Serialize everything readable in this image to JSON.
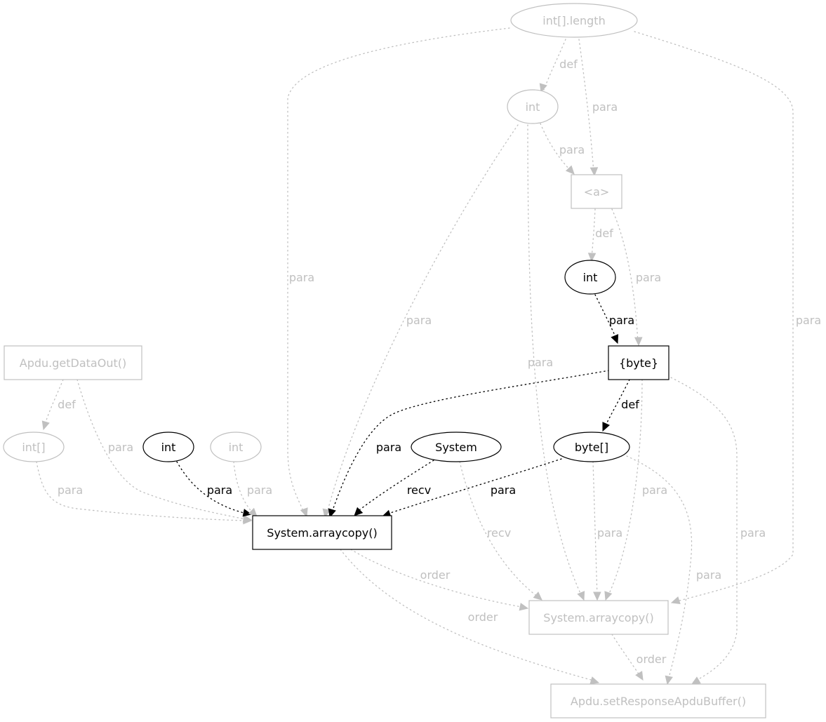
{
  "colors": {
    "active": "#000000",
    "faded": "#c0c0c0"
  },
  "nodes": [
    {
      "id": "n_intlen",
      "label": "int[].length",
      "shape": "ellipse",
      "faded": true
    },
    {
      "id": "n_int_top",
      "label": "int",
      "shape": "ellipse",
      "faded": true
    },
    {
      "id": "n_a",
      "label": "<a>",
      "shape": "box",
      "faded": true
    },
    {
      "id": "n_int_mid",
      "label": "int",
      "shape": "ellipse",
      "faded": false
    },
    {
      "id": "n_byte",
      "label": "{byte}",
      "shape": "box",
      "faded": false
    },
    {
      "id": "n_getdata",
      "label": "Apdu.getDataOut()",
      "shape": "box",
      "faded": true
    },
    {
      "id": "n_intarr",
      "label": "int[]",
      "shape": "ellipse",
      "faded": true
    },
    {
      "id": "n_int_b1",
      "label": "int",
      "shape": "ellipse",
      "faded": false
    },
    {
      "id": "n_int_b2",
      "label": "int",
      "shape": "ellipse",
      "faded": true
    },
    {
      "id": "n_system",
      "label": "System",
      "shape": "ellipse",
      "faded": false
    },
    {
      "id": "n_bytearr",
      "label": "byte[]",
      "shape": "ellipse",
      "faded": false
    },
    {
      "id": "n_copy1",
      "label": "System.arraycopy()",
      "shape": "box",
      "faded": false
    },
    {
      "id": "n_copy2",
      "label": "System.arraycopy()",
      "shape": "box",
      "faded": true
    },
    {
      "id": "n_setresp",
      "label": "Apdu.setResponseApduBuffer()",
      "shape": "box",
      "faded": true
    }
  ],
  "edges": [
    {
      "id": "e1",
      "from": "n_intlen",
      "to": "n_int_top",
      "label": "def",
      "faded": true
    },
    {
      "id": "e2",
      "from": "n_intlen",
      "to": "n_a",
      "label": "para",
      "faded": true
    },
    {
      "id": "e3",
      "from": "n_intlen",
      "to": "n_copy1",
      "label": "para",
      "faded": true
    },
    {
      "id": "e4",
      "from": "n_intlen",
      "to": "n_copy2",
      "label": "para",
      "faded": true
    },
    {
      "id": "e5",
      "from": "n_int_top",
      "to": "n_a",
      "label": "para",
      "faded": true
    },
    {
      "id": "e6",
      "from": "n_int_top",
      "to": "n_copy1",
      "label": "para",
      "faded": true
    },
    {
      "id": "e7",
      "from": "n_int_top",
      "to": "n_copy2",
      "label": "para",
      "faded": true
    },
    {
      "id": "e8",
      "from": "n_a",
      "to": "n_int_mid",
      "label": "def",
      "faded": true
    },
    {
      "id": "e9",
      "from": "n_a",
      "to": "n_byte",
      "label": "para",
      "faded": true
    },
    {
      "id": "e10",
      "from": "n_int_mid",
      "to": "n_byte",
      "label": "para",
      "faded": false
    },
    {
      "id": "e11",
      "from": "n_byte",
      "to": "n_bytearr",
      "label": "def",
      "faded": false
    },
    {
      "id": "e12",
      "from": "n_byte",
      "to": "n_copy1",
      "label": "para",
      "faded": false
    },
    {
      "id": "e13",
      "from": "n_byte",
      "to": "n_copy2",
      "label": "para",
      "faded": true
    },
    {
      "id": "e14",
      "from": "n_byte",
      "to": "n_setresp",
      "label": "para",
      "faded": true
    },
    {
      "id": "e15",
      "from": "n_getdata",
      "to": "n_intarr",
      "label": "def",
      "faded": true
    },
    {
      "id": "e16",
      "from": "n_getdata",
      "to": "n_copy1",
      "label": "para",
      "faded": true
    },
    {
      "id": "e17",
      "from": "n_intarr",
      "to": "n_copy1",
      "label": "para",
      "faded": true
    },
    {
      "id": "e18",
      "from": "n_int_b1",
      "to": "n_copy1",
      "label": "para",
      "faded": false
    },
    {
      "id": "e19",
      "from": "n_int_b2",
      "to": "n_copy1",
      "label": "para",
      "faded": true
    },
    {
      "id": "e20",
      "from": "n_system",
      "to": "n_copy1",
      "label": "recv",
      "faded": false
    },
    {
      "id": "e21",
      "from": "n_system",
      "to": "n_copy2",
      "label": "recv",
      "faded": true
    },
    {
      "id": "e22",
      "from": "n_bytearr",
      "to": "n_copy1",
      "label": "para",
      "faded": false
    },
    {
      "id": "e23",
      "from": "n_bytearr",
      "to": "n_copy2",
      "label": "para",
      "faded": true
    },
    {
      "id": "e24",
      "from": "n_bytearr",
      "to": "n_setresp",
      "label": "para",
      "faded": true
    },
    {
      "id": "e25",
      "from": "n_copy1",
      "to": "n_copy2",
      "label": "order",
      "faded": true
    },
    {
      "id": "e26",
      "from": "n_copy1",
      "to": "n_setresp",
      "label": "order",
      "faded": true
    },
    {
      "id": "e27",
      "from": "n_copy2",
      "to": "n_setresp",
      "label": "order",
      "faded": true
    }
  ]
}
